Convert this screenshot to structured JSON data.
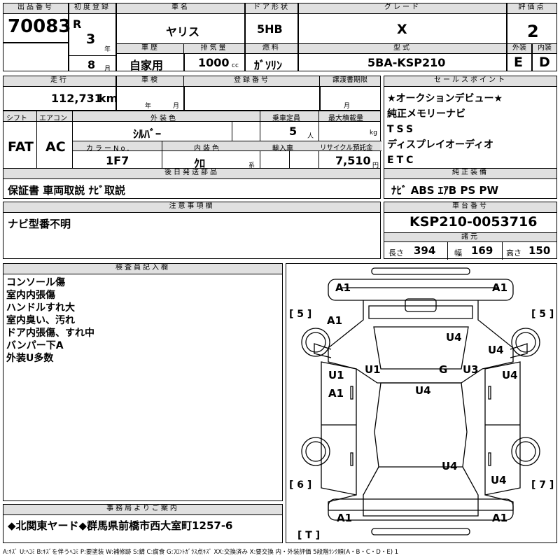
{
  "header": {
    "lot_no_label": "出品番号",
    "lot_no": "70083",
    "reg_label": "初度登録",
    "era": "R",
    "reg_year": "3",
    "year_unit": "年",
    "reg_month": "8",
    "month_unit": "月",
    "car_name_label": "車名",
    "car_name": "ヤリス",
    "history_label": "車歴",
    "history": "自家用",
    "displacement_label": "排気量",
    "displacement": "1000",
    "cc_unit": "cc",
    "door_label": "ドア形状",
    "door": "5HB",
    "fuel_label": "燃料",
    "fuel": "ｶﾞｿﾘﾝ",
    "grade_label": "グレード",
    "grade": "X",
    "model_label": "型式",
    "model": "5BA-KSP210",
    "score_label": "評価点",
    "score": "2",
    "ext_label": "外装",
    "ext": "E",
    "int_label": "内装",
    "int": "D"
  },
  "row2": {
    "mileage_label": "走行",
    "mileage": "112,731",
    "km_unit": "km",
    "inspection_label": "車検",
    "year_unit": "年",
    "month_unit": "月",
    "regno_label": "登録番号",
    "transfer_label": "譲渡書期限",
    "shift_label": "シフト",
    "shift": "FAT",
    "ac_label": "エアコン",
    "ac": "AC",
    "color_label": "外装色",
    "color": "ｼﾙﾊﾞｰ",
    "capacity_label": "乗車定員",
    "capacity": "5",
    "person_unit": "人",
    "load_label": "最大積載量",
    "kg_unit": "kg",
    "colorno_label": "カラーNo.",
    "colorno": "1F7",
    "interior_label": "内装色",
    "interior": "ｸﾛ",
    "kei_unit": "系",
    "import_label": "輸入車",
    "recycle_label": "リサイクル預託金",
    "recycle": "7,510",
    "yen_unit": "円"
  },
  "sales_point": {
    "label": "セールスポイント",
    "items": [
      "★オークションデビュー★",
      "純正メモリーナビ",
      "TSS",
      "ディスプレイオーディオ",
      "ETC"
    ]
  },
  "parts": {
    "label": "後日発送部品",
    "value": "保証書 車両取説 ﾅﾋﾞ取説"
  },
  "genuine": {
    "label": "純正装備",
    "value": "ﾅﾋﾞ ABS ｴｱB PS PW"
  },
  "notes": {
    "label": "注意事項欄",
    "value": "ナビ型番不明"
  },
  "chassis": {
    "label": "車台番号",
    "value": "KSP210-0053716",
    "dims_label": "諸元",
    "len_label": "長さ",
    "len": "394",
    "width_label": "幅",
    "width": "169",
    "height_label": "高さ",
    "height": "150"
  },
  "inspector": {
    "label": "検査員記入欄",
    "items": [
      "コンソール傷",
      "室内内張傷",
      "ハンドルすれ大",
      "室内臭い、汚れ",
      "ドア内張傷、すれ中",
      "バンパー下A",
      "外装U多数"
    ]
  },
  "diagram": {
    "codes": [
      "A1",
      "A1",
      "A1",
      "U4",
      "U4",
      "U1",
      "U1",
      "G",
      "U3",
      "U4",
      "A1",
      "U4",
      "U4",
      "U4",
      "A1",
      "A1"
    ],
    "brackets": [
      "[ 5 ]",
      "[ 5 ]",
      "[ 6 ]",
      "[ 7 ]",
      "[ T ]"
    ]
  },
  "office": {
    "label": "事務局よりご案内",
    "value": "◆北関東ヤード◆群馬県前橋市西大室町1257-6"
  },
  "legend": "A:ｷｽﾞ U:ﾍｺﾐ B:ｷｽﾞを伴うﾍｺﾐ P:要塗装 W:補修跡 S:錆 C:腐食 G:ﾌﾛﾝﾄｶﾞﾗｽ点ｷｽﾞ XX:交換済み X:要交換 内・外装評価 5段階ﾗﾝｸ順(A・B・C・D・E) 1"
}
